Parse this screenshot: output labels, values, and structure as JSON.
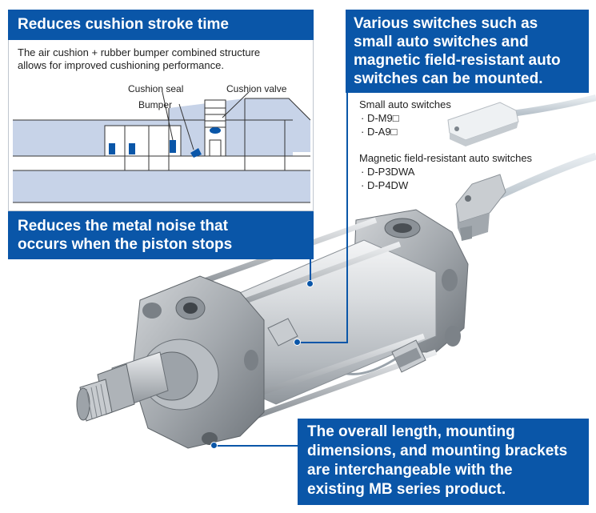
{
  "callouts": {
    "cushion_title": "Reduces cushion stroke time",
    "cushion_desc": [
      "The air cushion + rubber bumper combined structure",
      "allows for improved cushioning performance."
    ],
    "switches_title": [
      "Various switches such as",
      "small auto switches and",
      "magnetic field-resistant auto",
      "switches can be mounted."
    ],
    "noise_title": [
      "Reduces the metal noise that",
      "occurs when the piston stops"
    ],
    "interchange_title": [
      "The overall length, mounting",
      "dimensions, and mounting brackets",
      "are interchangeable with the",
      "existing MB series product."
    ]
  },
  "diagram_labels": {
    "cushion_seal": "Cushion seal",
    "cushion_valve": "Cushion valve",
    "bumper": "Bumper"
  },
  "switches": {
    "small_heading": "Small auto switches",
    "small_items": [
      "· D-M9□",
      "· D-A9□"
    ],
    "magnetic_heading": "Magnetic field-resistant auto switches",
    "magnetic_items": [
      "· D-P3DWA",
      "· D-P4DW"
    ]
  },
  "colors": {
    "callout_blue": "#0a56a8",
    "section_fill": "#c7d3e8",
    "seal_blue": "#0a56a8",
    "metal": "#a9aeb4"
  },
  "images": {
    "cylinder": "pneumatic-cylinder-photo",
    "switch_small": "small-auto-switch-photo",
    "switch_magnetic": "magnetic-resistant-switch-photo"
  }
}
